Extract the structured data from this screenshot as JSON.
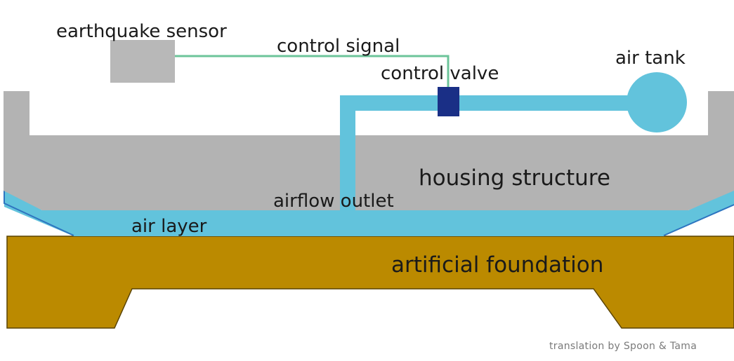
{
  "labels": {
    "earthquake_sensor": "earthquake sensor",
    "control_signal": "control signal",
    "control_valve": "control valve",
    "air_tank": "air tank",
    "housing_structure": "housing structure",
    "airflow_outlet": "airflow outlet",
    "air_layer": "air layer",
    "artificial_foundation": "artificial foundation"
  },
  "credit": "translation by Spoon & Tama",
  "colors": {
    "housing": "#b3b3b3",
    "sensor": "#b8b8b8",
    "air": "#62c3dc",
    "air_edge": "#2e74c0",
    "signal": "#6cc49a",
    "valve": "#1a2f86",
    "foundation": "#bb8a00",
    "foundation_edge": "#5a4300"
  }
}
